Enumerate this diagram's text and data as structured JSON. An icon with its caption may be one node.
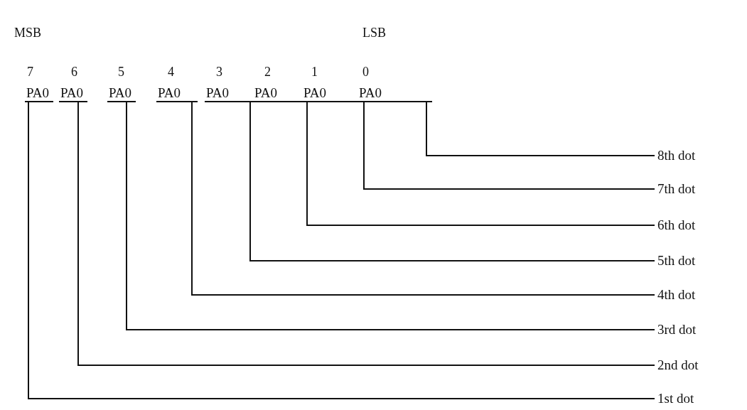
{
  "diagram": {
    "nodes": [
      {
        "text": [
          "PA0"
        ]
      },
      {
        "text": [
          "PA0"
        ]
      },
      {
        "text": [
          "PA0"
        ]
      },
      {
        "text": [
          "PA0"
        ]
      },
      {
        "text": [
          "PA0"
        ]
      },
      {
        "text": [
          "PA0"
        ]
      },
      {
        "text": [
          "PA0"
        ]
      },
      {
        "text": [
          "PA0"
        ]
      },
      {
        "text": [
          "8th dot"
        ]
      },
      {
        "text": [
          "7th dot"
        ]
      },
      {
        "text": [
          "6th dot"
        ]
      },
      {
        "text": [
          "5th dot"
        ]
      },
      {
        "text": [
          "4th dot"
        ]
      },
      {
        "text": [
          "3rd dot"
        ]
      },
      {
        "text": [
          "2nd dot"
        ]
      },
      {
        "text": [
          "1st dot"
        ]
      }
    ],
    "edges": [
      {
        "from": 7,
        "to": 8,
        "arrow": "none"
      },
      {
        "from": 6,
        "to": 9,
        "arrow": "none"
      },
      {
        "from": 5,
        "to": 10,
        "arrow": "none"
      },
      {
        "from": 4,
        "to": 11,
        "arrow": "none"
      },
      {
        "from": 3,
        "to": 12,
        "arrow": "none"
      },
      {
        "from": 2,
        "to": 13,
        "arrow": "none"
      },
      {
        "from": 1,
        "to": 14,
        "arrow": "none"
      },
      {
        "from": 0,
        "to": 15,
        "arrow": "none"
      }
    ],
    "labels": [
      "MSB",
      "LSB",
      "7",
      "6",
      "5",
      "4",
      "3",
      "2",
      "1",
      "0"
    ]
  }
}
